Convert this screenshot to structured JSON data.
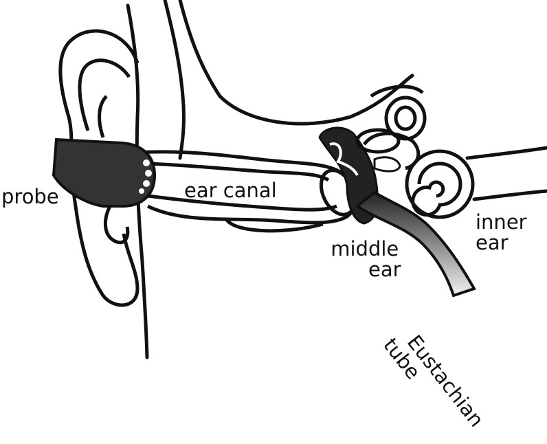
{
  "labels": {
    "probe": "probe",
    "ear_canal": "ear canal",
    "middle_ear": [
      "middle",
      "ear"
    ],
    "inner_ear": [
      "inner",
      "ear"
    ],
    "eustachian_tube": [
      "Eustachian",
      "tube"
    ]
  },
  "colors": {
    "ink": "#111111",
    "probe_fill": "#333333",
    "background": "#ffffff"
  }
}
